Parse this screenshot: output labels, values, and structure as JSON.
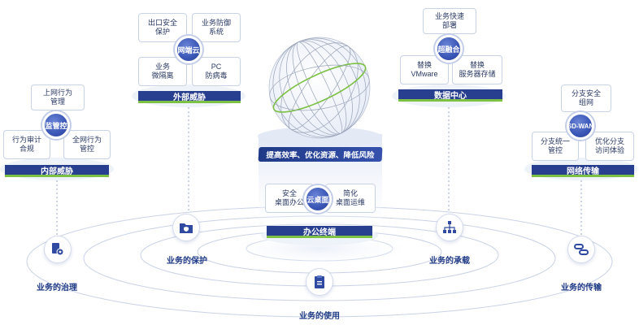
{
  "center": {
    "banner": "提高效率、优化资源、降低风险",
    "hub": "云桌面",
    "left_text": "安全\n桌面办公",
    "right_text": "简化\n桌面运维",
    "label": "办公终端"
  },
  "modules": {
    "internal": {
      "hub": "监管控",
      "top": "上网行为\n管理",
      "left": "行为审计\n合规",
      "right": "全网行为\n管控",
      "label": "内部威胁"
    },
    "external": {
      "hub": "网端云",
      "tl": "出口安全\n保护",
      "tr": "业务防御\n系统",
      "bl": "业务\n微隔离",
      "br": "PC\n防病毒",
      "label": "外部威胁"
    },
    "datacenter": {
      "hub": "超融合",
      "top": "业务快速\n部署",
      "left": "替换\nVMware",
      "right": "替换\n服务器存储",
      "label": "数据中心"
    },
    "network": {
      "hub": "SD-WAN",
      "top": "分支安全\n组网",
      "left": "分支统一\n管控",
      "right": "优化分支\n访问体验",
      "label": "网络传输"
    }
  },
  "business": {
    "governance": "业务的治理",
    "protection": "业务的保护",
    "usage": "业务的使用",
    "support": "业务的承载",
    "transport": "业务的传输"
  },
  "colors": {
    "navy": "#283f8f",
    "green": "#7cc144",
    "hub_blue": "#3a56b6"
  },
  "icons": [
    "shield-folder-icon",
    "document-icon",
    "hierarchy-icon",
    "gear-document-icon",
    "link-icon"
  ]
}
